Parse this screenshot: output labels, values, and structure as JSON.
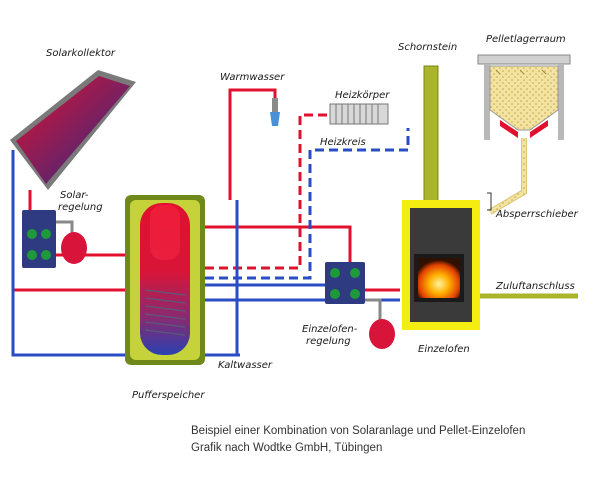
{
  "labels": {
    "solarkollektor": "Solarkollektor",
    "solarregelung_1": "Solar-",
    "solarregelung_2": "regelung",
    "warmwasser": "Warmwasser",
    "heizkoerper": "Heizkörper",
    "heizkreis": "Heizkreis",
    "schornstein": "Schornstein",
    "pelletlagerraum": "Pelletlagerraum",
    "absperrschieber": "Absperrschieber",
    "zuluftanschluss": "Zuluftanschluss",
    "einzelofen": "Einzelofen",
    "einzelofenregelung_1": "Einzelofen-",
    "einzelofenregelung_2": "regelung",
    "kaltwasser": "Kaltwasser",
    "pufferspeicher": "Pufferspeicher"
  },
  "caption": {
    "line1": "Beispiel einer Kombination von Solaranlage und Pellet-Einzelofen",
    "line2": "Grafik nach Wodtke GmbH, Tübingen"
  },
  "colors": {
    "hot_pipe": "#e0102e",
    "cold_pipe": "#2a4cc4",
    "stove_frame": "#f5ec12",
    "chimney": "#aab52c",
    "control_box": "#2e3b80",
    "pump_green": "#1f9a3a"
  },
  "icons": {
    "solar_collector": "solar-collector-icon",
    "radiator": "radiator-icon",
    "water_tap": "water-tap-icon",
    "fire": "fire-icon",
    "expansion_vessel": "expansion-vessel-icon"
  }
}
